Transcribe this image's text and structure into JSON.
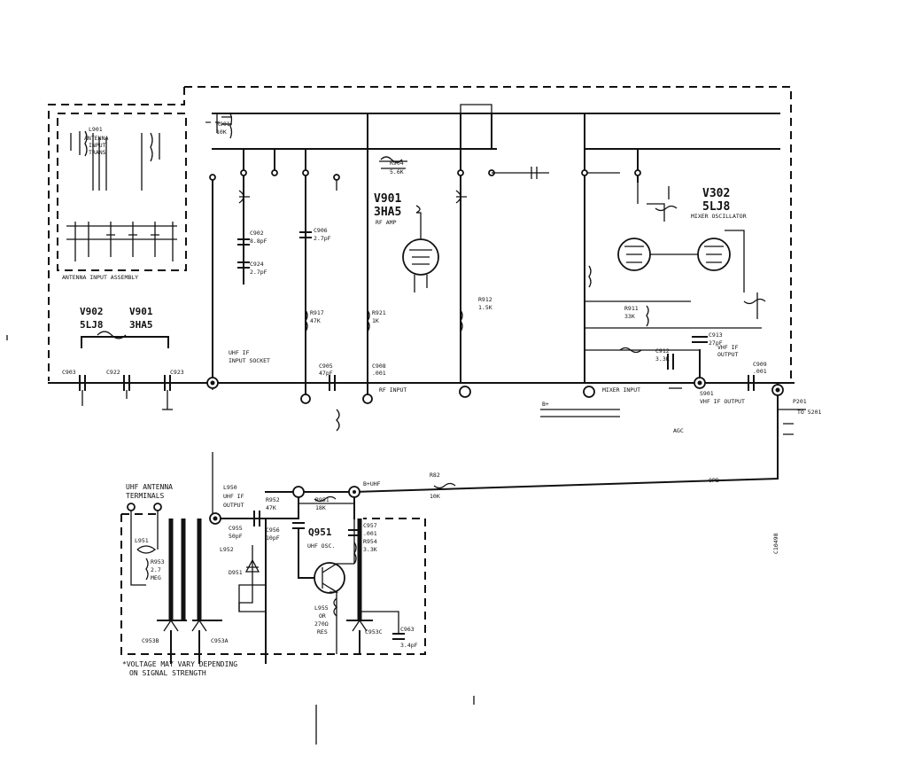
{
  "tubes": {
    "v902": {
      "ref": "V902",
      "type": "5LJ8"
    },
    "v901": {
      "ref": "V901",
      "type": "3HA5"
    },
    "v901_main": {
      "ref": "V901",
      "type": "3HA5"
    },
    "v302": {
      "ref": "V302",
      "type": "5LJ8"
    }
  },
  "components": {
    "r901": "R901",
    "r901_val": "10K",
    "c906": "C906",
    "c906_val": "2.7pF",
    "c902": "C902",
    "c902_val": "8.8pF",
    "c924": "C924",
    "c924_val": "2.7pF",
    "c908": "C908",
    "c908_val": ".001",
    "c905": "C905",
    "c905_val": "47pF",
    "c909": "C909",
    "c909_val": ".001",
    "c912": "C912",
    "c912_val": "3.3K",
    "c913": "C913",
    "c913_val": "27pF",
    "r911": "R911",
    "r911_val": "33K",
    "s901": "S901",
    "l950": "L950",
    "c955": "C955",
    "c955_val": "50pF",
    "l952": "L952",
    "d951": "D951",
    "c956": "C956",
    "c956_val": "10pF",
    "r952": "R952",
    "r952_val": "47K",
    "r951": "R951",
    "r951_val": "18K",
    "q951": "Q951",
    "q951_func": "UHF OSC.",
    "c957": "C957",
    "c957_val": ".001",
    "r954": "R954",
    "r954_val": "3.3K",
    "l955": "L955",
    "l955_or": "OR",
    "l955_alt": "270Ω",
    "l955_res": "RES",
    "c953b": "C953B",
    "c953a": "C953A",
    "c953c": "C953C",
    "c963": "C963",
    "c963_val": "3.4pF",
    "l951": "L951",
    "r953": "R953",
    "r953_val": "2.7",
    "r953_unit": "MEG",
    "r82": "R82",
    "r82_val": "10K",
    "p201": "P201",
    "p201_dest": "TO 5201",
    "vhf_output": "OUTPUT"
  },
  "labels": {
    "uhf_antenna": "UHF ANTENNA",
    "terminals": "TERMINALS",
    "v302_func": "MIXER OSCILLATOR",
    "v901_func": "RF AMP",
    "uhf_if_input": "UHF IF",
    "input_socket": "INPUT SOCKET",
    "uhf_if": "UHF IF",
    "output": "OUTPUT",
    "vhf_if": "VHF IF",
    "output2": "OUTPUT",
    "s901_func": "VHF IF OUTPUT",
    "to_5201": "TO 5201",
    "voltage_note": "*VOLTAGE MAY VARY DEPENDING",
    "voltage_note2": "ON SIGNAL STRENGTH",
    "antenna_assembly": "ANTENNA INPUT ASSEMBLY",
    "rf_input": "RF INPUT",
    "mixer_input": "MIXER INPUT",
    "b_plus": "B+",
    "agc": "AGC",
    "b_plus_uhf": "B+UHF",
    "part_number": "C10498"
  }
}
